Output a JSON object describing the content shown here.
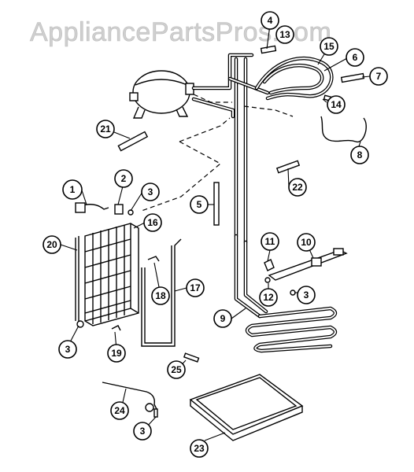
{
  "watermark": "AppliancePartsPros.com",
  "callouts": [
    "1",
    "2",
    "3",
    "3",
    "3",
    "3",
    "4",
    "5",
    "6",
    "7",
    "8",
    "9",
    "10",
    "11",
    "12",
    "13",
    "14",
    "15",
    "16",
    "17",
    "18",
    "19",
    "20",
    "21",
    "22",
    "23",
    "24",
    "25"
  ]
}
